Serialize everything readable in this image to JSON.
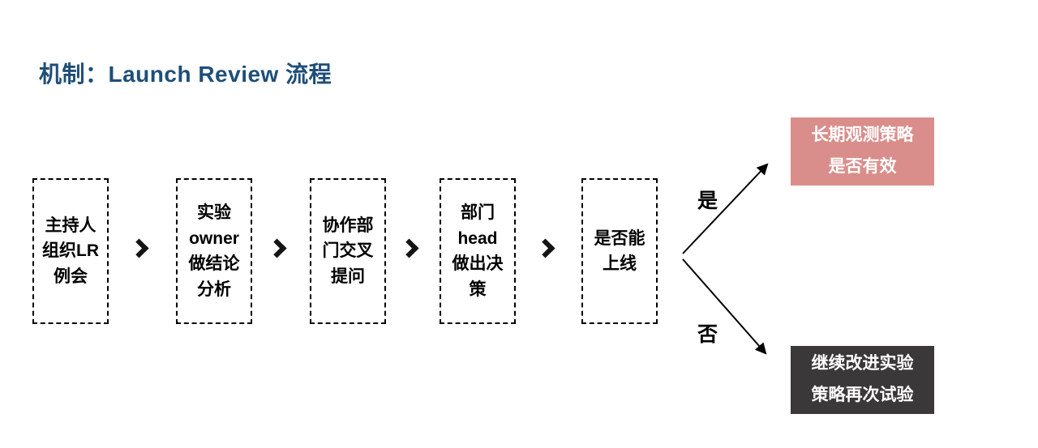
{
  "page": {
    "title": "机制：Launch Review 流程"
  },
  "flow": {
    "steps": [
      {
        "label": "主持人\n组织LR\n例会"
      },
      {
        "label": "实验\nowner\n做结论\n分析"
      },
      {
        "label": "协作部\n门交叉\n提问"
      },
      {
        "label": "部门\nhead\n做出决\n策"
      },
      {
        "label": "是否能\n上线"
      }
    ],
    "connector_icon": "chevron-right-icon",
    "branch": {
      "yes_label": "是",
      "no_label": "否",
      "yes_outcome": {
        "label": "长期观测策略\n是否有效",
        "bg": "#d98e8b",
        "text_color": "#ffffff"
      },
      "no_outcome": {
        "label": "继续改进实验\n策略再次试验",
        "bg": "#3a3838",
        "text_color": "#ffffff"
      }
    }
  },
  "colors": {
    "title": "#1f4e79",
    "box_border": "#000000",
    "arrow": "#000000"
  }
}
